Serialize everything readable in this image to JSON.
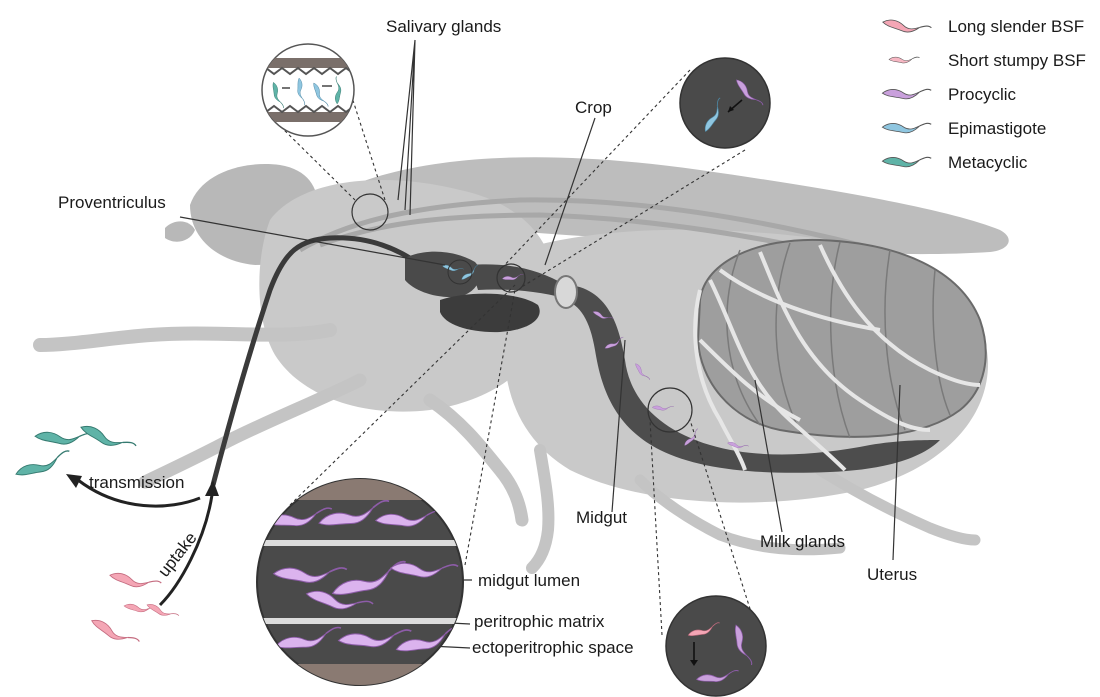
{
  "legend": {
    "items": [
      {
        "label": "Long slender BSF",
        "color": "#f4a6b5",
        "icon": "long-slender-bsf-icon"
      },
      {
        "label": "Short stumpy BSF",
        "color": "#f7b7c3",
        "icon": "short-stumpy-bsf-icon"
      },
      {
        "label": "Procyclic",
        "color": "#c9a0dc",
        "icon": "procyclic-icon"
      },
      {
        "label": "Epimastigote",
        "color": "#8fc6e0",
        "icon": "epimastigote-icon"
      },
      {
        "label": "Metacyclic",
        "color": "#5fb3a7",
        "icon": "metacyclic-icon"
      }
    ]
  },
  "labels": {
    "salivary_glands": "Salivary glands",
    "crop": "Crop",
    "proventriculus": "Proventriculus",
    "midgut": "Midgut",
    "milk_glands": "Milk glands",
    "uterus": "Uterus",
    "transmission": "transmission",
    "uptake": "uptake",
    "midgut_lumen": "midgut lumen",
    "peritrophic_matrix": "peritrophic matrix",
    "ectoperitrophic_space": "ectoperitrophic space"
  }
}
